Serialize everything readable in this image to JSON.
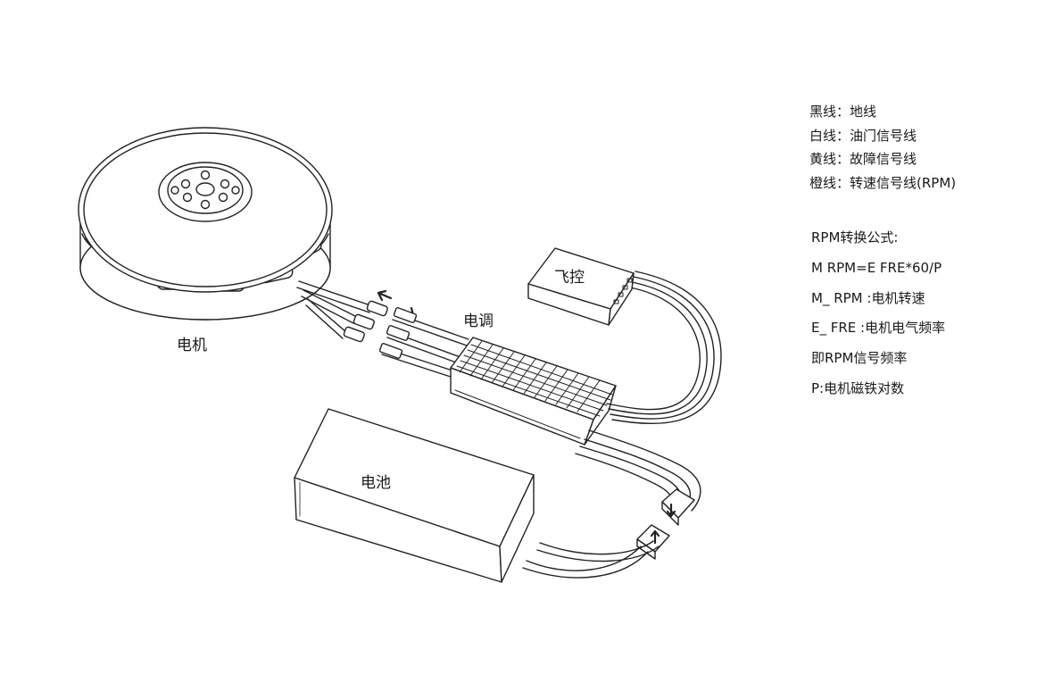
{
  "components": {
    "motor": "电机",
    "esc": "电调",
    "flight_controller": "飞控",
    "battery": "电池"
  },
  "legend": [
    "黑线：地线",
    "白线：油门信号线",
    "黄线：故障信号线",
    "橙线：转速信号线(RPM)"
  ],
  "formula": [
    "RPM转换公式:",
    "M RPM=E FRE*60/P",
    "M_ RPM :电机转速",
    "E_ FRE :电机电气频率",
    "即RPM信号频率",
    "P:电机磁铁对数"
  ]
}
